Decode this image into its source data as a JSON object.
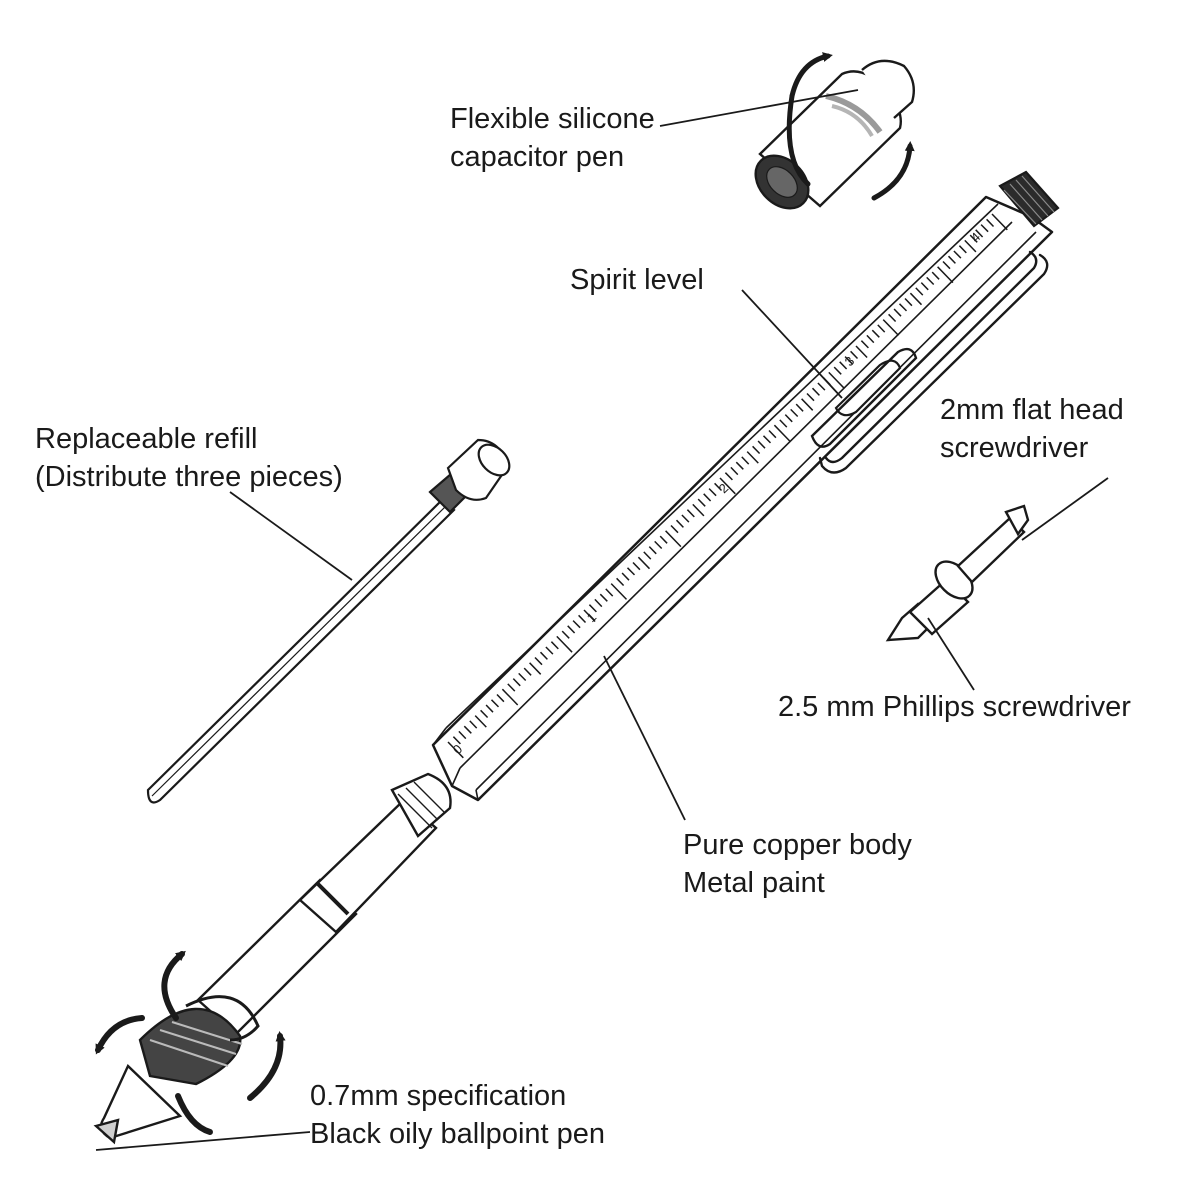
{
  "diagram": {
    "labels": {
      "capacitor": {
        "line1": "Flexible silicone",
        "line2": "capacitor pen"
      },
      "spirit_level": "Spirit level",
      "flat_head": {
        "line1": "2mm flat head",
        "line2": "screwdriver"
      },
      "refill": {
        "line1": "Replaceable refill",
        "line2": "(Distribute three pieces)"
      },
      "phillips": "2.5 mm Phillips screwdriver",
      "body": {
        "line1": "Pure copper body",
        "line2": "Metal paint"
      },
      "ballpoint": {
        "line1": "0.7mm specification",
        "line2": "Black oily ballpoint pen"
      }
    },
    "ruler_numbers": [
      "0",
      "1",
      "2",
      "3",
      "4"
    ],
    "colors": {
      "ink": "#1a1a1a",
      "background": "#ffffff",
      "shade": "#9a9a9a"
    }
  }
}
